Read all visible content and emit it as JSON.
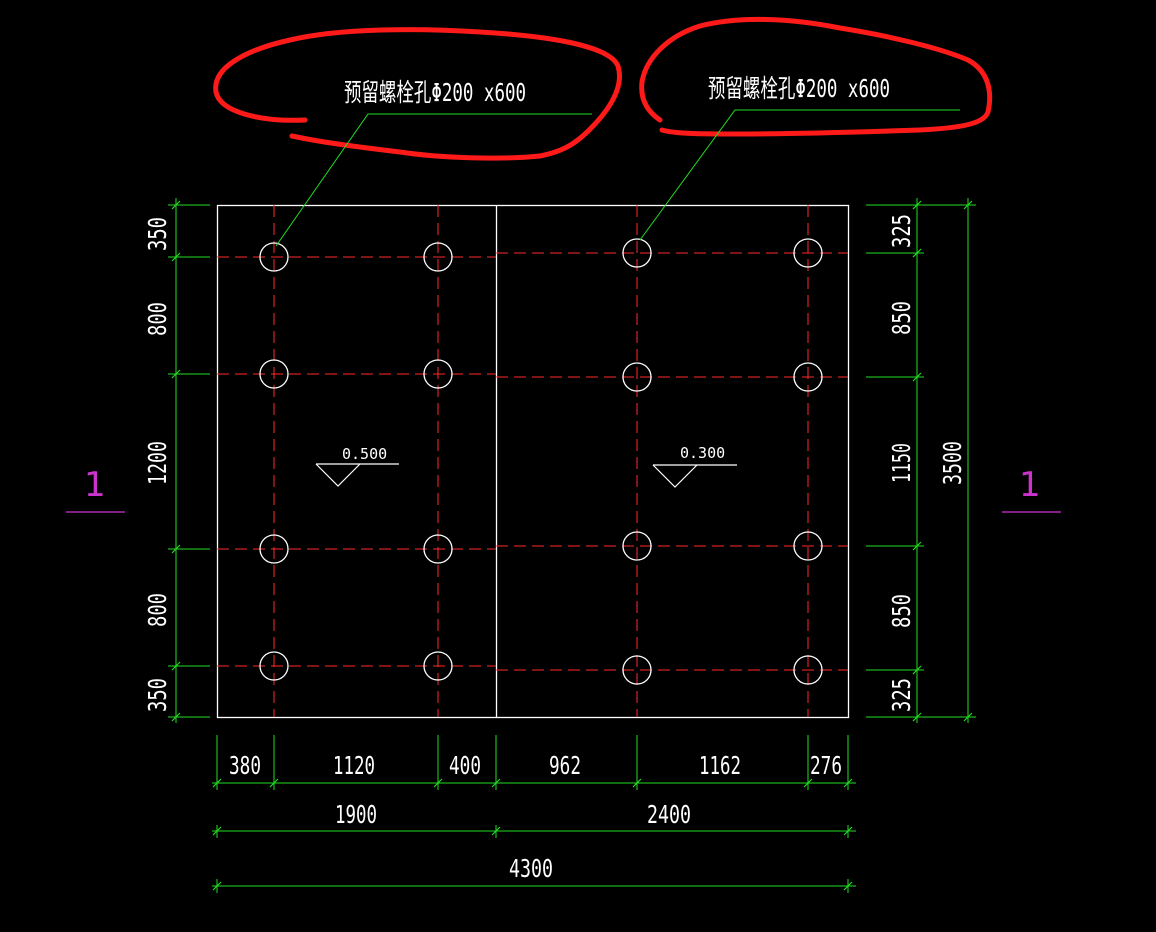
{
  "colors": {
    "background": "#000000",
    "outline": "#ffffff",
    "hole": "#ffffff",
    "axis": "#ff2a2a",
    "dimension": "#22dd22",
    "leader": "#22dd22",
    "section_mark": "#cc33cc",
    "annotation_circle": "#ff1a1a"
  },
  "notes": {
    "left": "预留螺栓孔Φ200 x600",
    "right": "预留螺栓孔Φ200 x600"
  },
  "elevations": {
    "left": "0.500",
    "right": "0.300"
  },
  "section_marks": {
    "left": "1",
    "right": "1"
  },
  "dimensions": {
    "bottom_detail": [
      "380",
      "1120",
      "400",
      "962",
      "1162",
      "276"
    ],
    "bottom_mid": [
      "1900",
      "2400"
    ],
    "bottom_total": "4300",
    "left": [
      "350",
      "800",
      "1200",
      "800",
      "350"
    ],
    "right": [
      "325",
      "850",
      "1150",
      "850",
      "325"
    ],
    "right_total": "3500"
  },
  "icons": {
    "hole": "bolt-hole-circle-icon",
    "elevation": "elevation-triangle-icon",
    "tick": "dimension-tick-icon"
  }
}
